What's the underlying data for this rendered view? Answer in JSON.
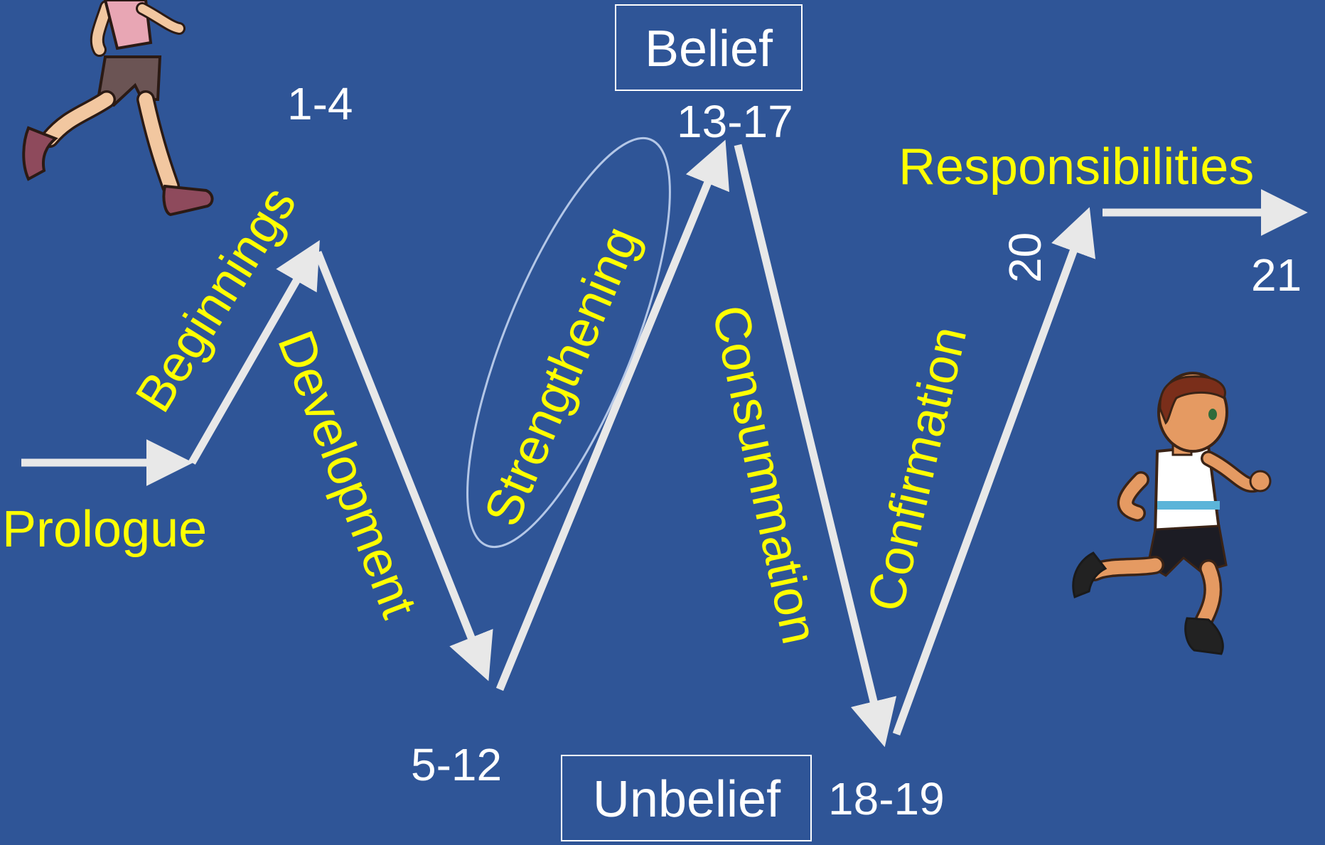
{
  "labels": {
    "prologue": "Prologue",
    "beginnings": "Beginnings",
    "development": "Development",
    "strengthening": "Strengthening",
    "consummation": "Consummation",
    "confirmation": "Confirmation",
    "responsibilities": "Responsibilities"
  },
  "ranges": {
    "r1": "1-4",
    "r2": "5-12",
    "r3": "13-17",
    "r4": "18-19",
    "r5": "20",
    "r6": "21"
  },
  "boxes": {
    "belief": "Belief",
    "unbelief": "Unbelief"
  },
  "colors": {
    "background": "#2F5597",
    "stage_label": "#FFFF00",
    "range_label": "#FFFFFF",
    "arrow": "#E8E8E8",
    "highlight_ellipse": "#B4C7E7"
  },
  "icons": [
    "runner-woman-icon",
    "runner-boy-icon"
  ]
}
